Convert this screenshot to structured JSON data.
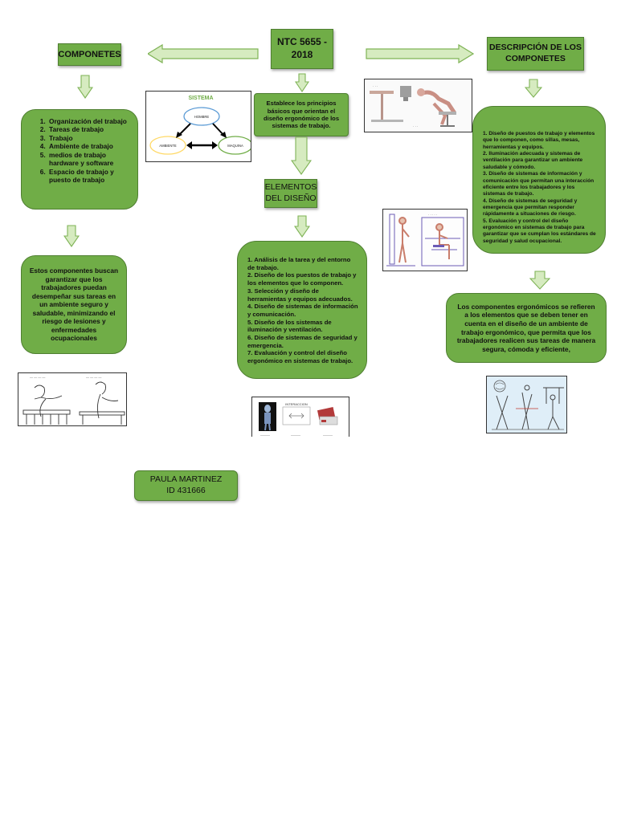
{
  "center_title": "NTC 5655 - 2018",
  "left_title": "COMPONETES",
  "right_title": "DESCRIPCIÓN DE LOS COMPONETES",
  "center_desc": "Establece los principios básicos que orientan el diseño ergonómico de los sistemas de trabajo.",
  "elements_title": "ELEMENTOS DEL DISEÑO",
  "componentes_list": [
    "Organización del trabajo",
    "Tareas de trabajo",
    "Trabajo",
    "Ambiente de trabajo",
    " medios de trabajo hardware y software",
    "Espacio de trabajo y puesto de trabajo"
  ],
  "componentes_summary": "Estos componentes buscan garantizar que los trabajadores puedan desempeñar sus tareas en un ambiente seguro y saludable, minimizando el riesgo de lesiones y enfermedades ocupacionales",
  "elementos_list": [
    "1. Análisis de la tarea y del entorno de trabajo.",
    "2. Diseño de los puestos de trabajo y los elementos que lo componen.",
    "3. Selección y diseño de herramientas y equipos adecuados.",
    "4. Diseño de sistemas de información y comunicación.",
    "5. Diseño de los sistemas de iluminación y ventilación.",
    "6. Diseño de sistemas de seguridad y emergencia.",
    "7. Evaluación y control del diseño ergonómico en sistemas de trabajo."
  ],
  "descripcion_list": [
    "1. Diseño de puestos de trabajo y elementos que lo componen, como sillas, mesas, herramientas y equipos.",
    "2. Iluminación adecuada y sistemas de ventilación para garantizar un ambiente saludable y cómodo.",
    "3. Diseño de sistemas de información y comunicación que permitan una interacción eficiente entre los trabajadores y los sistemas de trabajo.",
    "4. Diseño de sistemas de seguridad y emergencia que permitan responder rápidamente a situaciones de riesgo.",
    "5. Evaluación y control del diseño ergonómico en sistemas de trabajo para garantizar que se cumplan los estándares de seguridad y salud ocupacional."
  ],
  "descripcion_summary": "Los componentes ergonómicos se refieren a los elementos que se deben tener en cuenta en el diseño de un ambiente de trabajo ergonómico, que permita que los trabajadores realicen sus tareas de manera segura, cómoda y eficiente,",
  "sistema": {
    "title": "SISTEMA",
    "top": "HOMBRE",
    "left": "AMBIENTE",
    "right": "MAQUINA"
  },
  "interaccion_label": "INTERACCION",
  "author": {
    "name": "PAULA MARTINEZ",
    "id": "ID 431666"
  },
  "colors": {
    "box_fill": "#70ad47",
    "box_border": "#4f7f31",
    "arrow_fill": "#d6ebc0",
    "arrow_stroke": "#7fb356"
  }
}
